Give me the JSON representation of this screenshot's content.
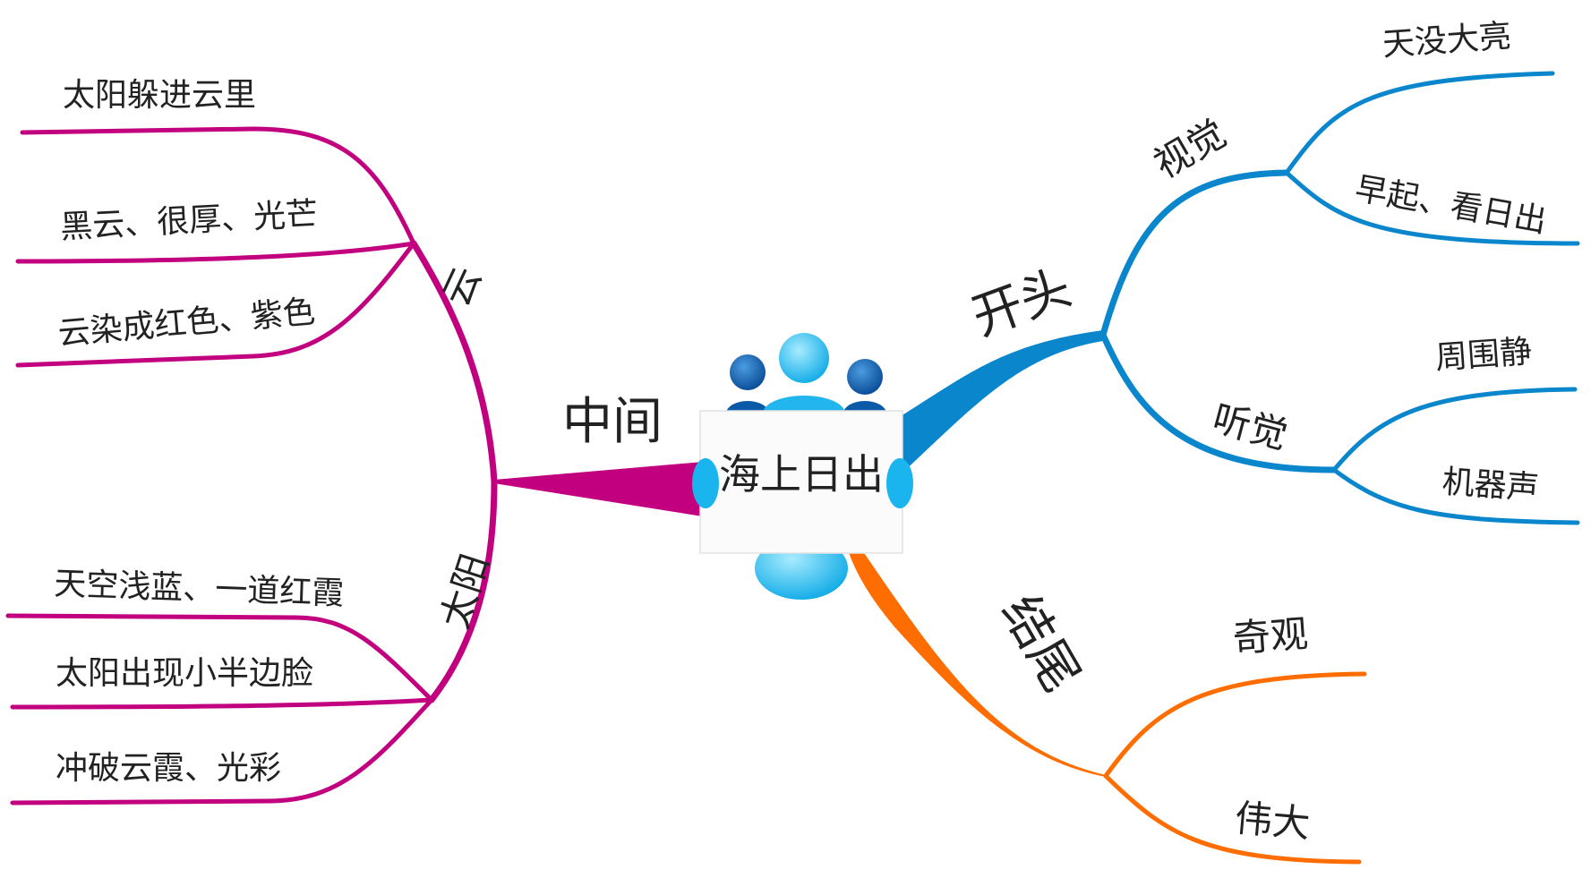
{
  "center": {
    "title": "海上日出"
  },
  "colors": {
    "middle": "#c2007f",
    "start": "#0a86cc",
    "end": "#ff6d00"
  },
  "branches": {
    "middle": {
      "label": "中间",
      "clouds": {
        "label": "云",
        "leaves": [
          "太阳躲进云里",
          "黑云、很厚、光芒",
          "云染成红色、紫色"
        ]
      },
      "sun": {
        "label": "太阳",
        "leaves": [
          "天空浅蓝、一道红霞",
          "太阳出现小半边脸",
          "冲破云霞、光彩"
        ]
      }
    },
    "start": {
      "label": "开头",
      "sight": {
        "label": "视觉",
        "leaves": [
          "天没大亮",
          "早起、看日出"
        ]
      },
      "hearing": {
        "label": "听觉",
        "leaves": [
          "周围静",
          "机器声"
        ]
      }
    },
    "end": {
      "label": "结尾",
      "leaves": [
        "奇观",
        "伟大"
      ]
    }
  }
}
